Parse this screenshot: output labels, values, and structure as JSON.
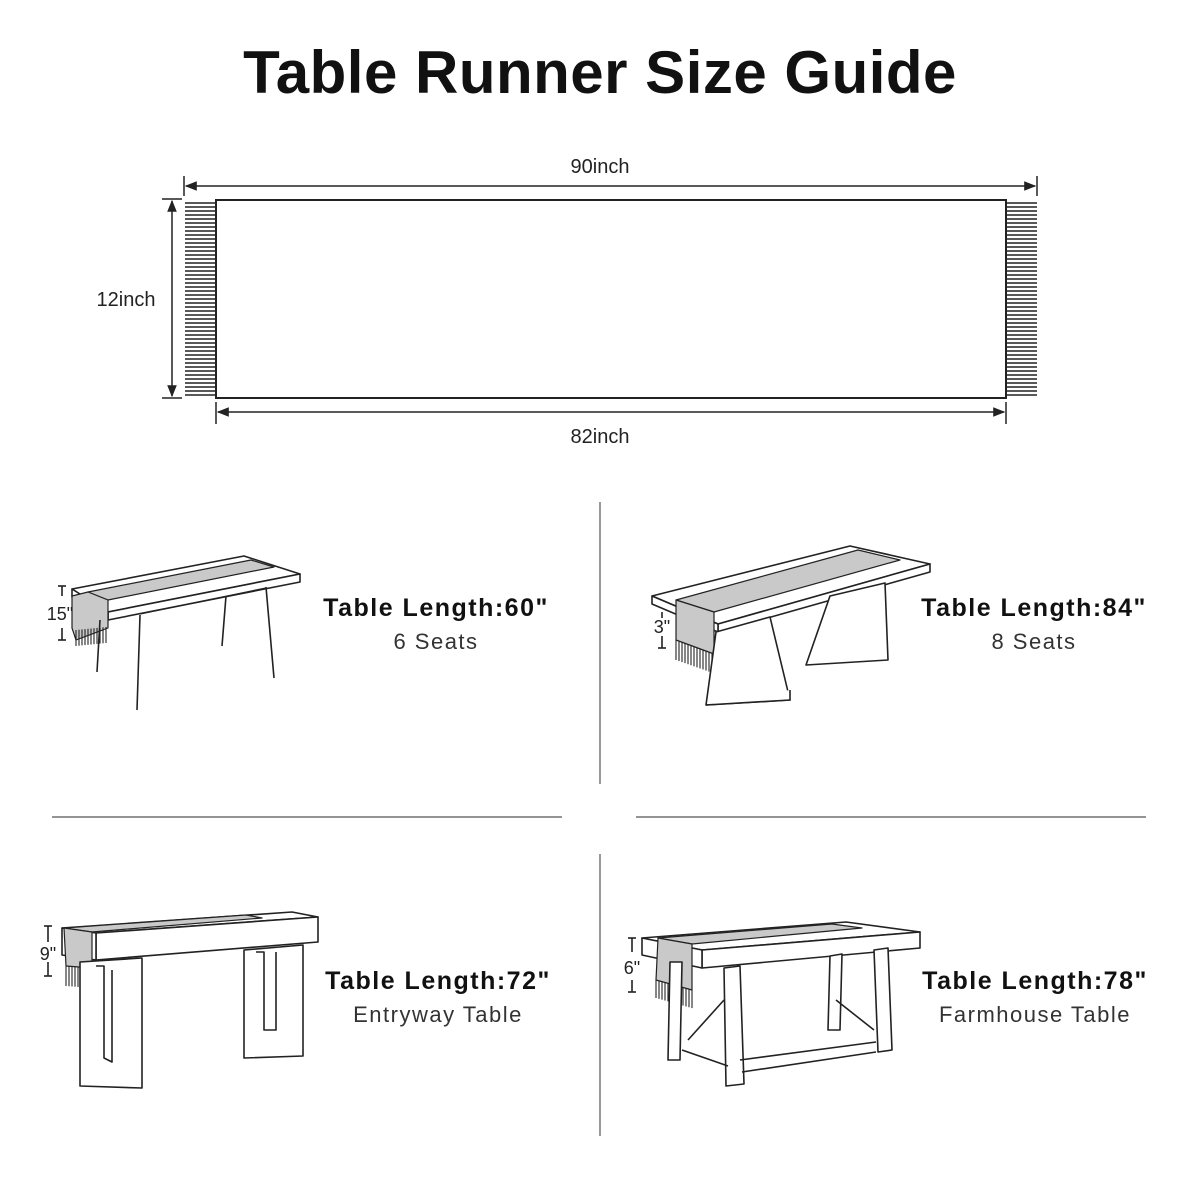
{
  "title": "Table Runner Size Guide",
  "runner": {
    "total_length_label": "90inch",
    "width_label": "12inch",
    "body_length_label": "82inch"
  },
  "tables": [
    {
      "drop_label": "15\"",
      "length_label": "Table Length:60\"",
      "description": "6 Seats"
    },
    {
      "drop_label": "3\"",
      "length_label": "Table Length:84\"",
      "description": "8 Seats"
    },
    {
      "drop_label": "9\"",
      "length_label": "Table Length:72\"",
      "description": "Entryway Table"
    },
    {
      "drop_label": "6\"",
      "length_label": "Table Length:78\"",
      "description": "Farmhouse Table"
    }
  ],
  "colors": {
    "runner_fill": "#c9c9c9",
    "line": "#222222"
  }
}
